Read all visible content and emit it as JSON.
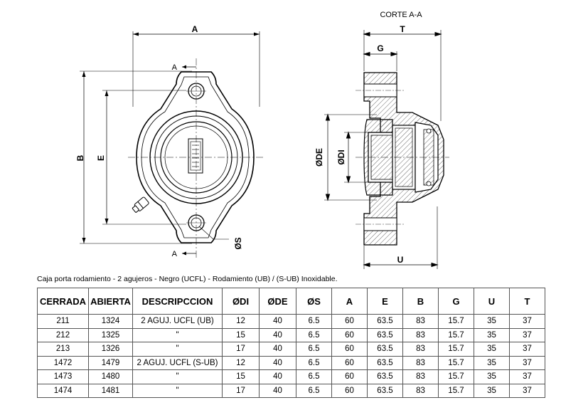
{
  "drawing": {
    "section_title": "CORTE A-A",
    "front_labels": {
      "A_top": "A",
      "section_top": "A",
      "section_bottom": "A",
      "B": "B",
      "E": "E",
      "S": "ØS"
    },
    "side_labels": {
      "T": "T",
      "G": "G",
      "DE": "ØDE",
      "DI": "ØDI",
      "U": "U"
    }
  },
  "caption": "Caja porta rodamiento - 2 agujeros - Negro (UCFL) - Rodamiento (UB) / (S-UB) Inoxidable.",
  "table": {
    "headers": [
      "CERRADA",
      "ABIERTA",
      "DESCRIPCCION",
      "ØDI",
      "ØDE",
      "ØS",
      "A",
      "E",
      "B",
      "G",
      "U",
      "T"
    ],
    "rows": [
      [
        "211",
        "1324",
        "2 AGUJ. UCFL (UB)",
        "12",
        "40",
        "6.5",
        "60",
        "63.5",
        "83",
        "15.7",
        "35",
        "37"
      ],
      [
        "212",
        "1325",
        "\"",
        "15",
        "40",
        "6.5",
        "60",
        "63.5",
        "83",
        "15.7",
        "35",
        "37"
      ],
      [
        "213",
        "1326",
        "\"",
        "17",
        "40",
        "6.5",
        "60",
        "63.5",
        "83",
        "15.7",
        "35",
        "37"
      ],
      [
        "1472",
        "1479",
        "2 AGUJ. UCFL (S-UB)",
        "12",
        "40",
        "6.5",
        "60",
        "63.5",
        "83",
        "15.7",
        "35",
        "37"
      ],
      [
        "1473",
        "1480",
        "\"",
        "15",
        "40",
        "6.5",
        "60",
        "63.5",
        "83",
        "15.7",
        "35",
        "37"
      ],
      [
        "1474",
        "1481",
        "\"",
        "17",
        "40",
        "6.5",
        "60",
        "63.5",
        "83",
        "15.7",
        "35",
        "37"
      ]
    ]
  }
}
